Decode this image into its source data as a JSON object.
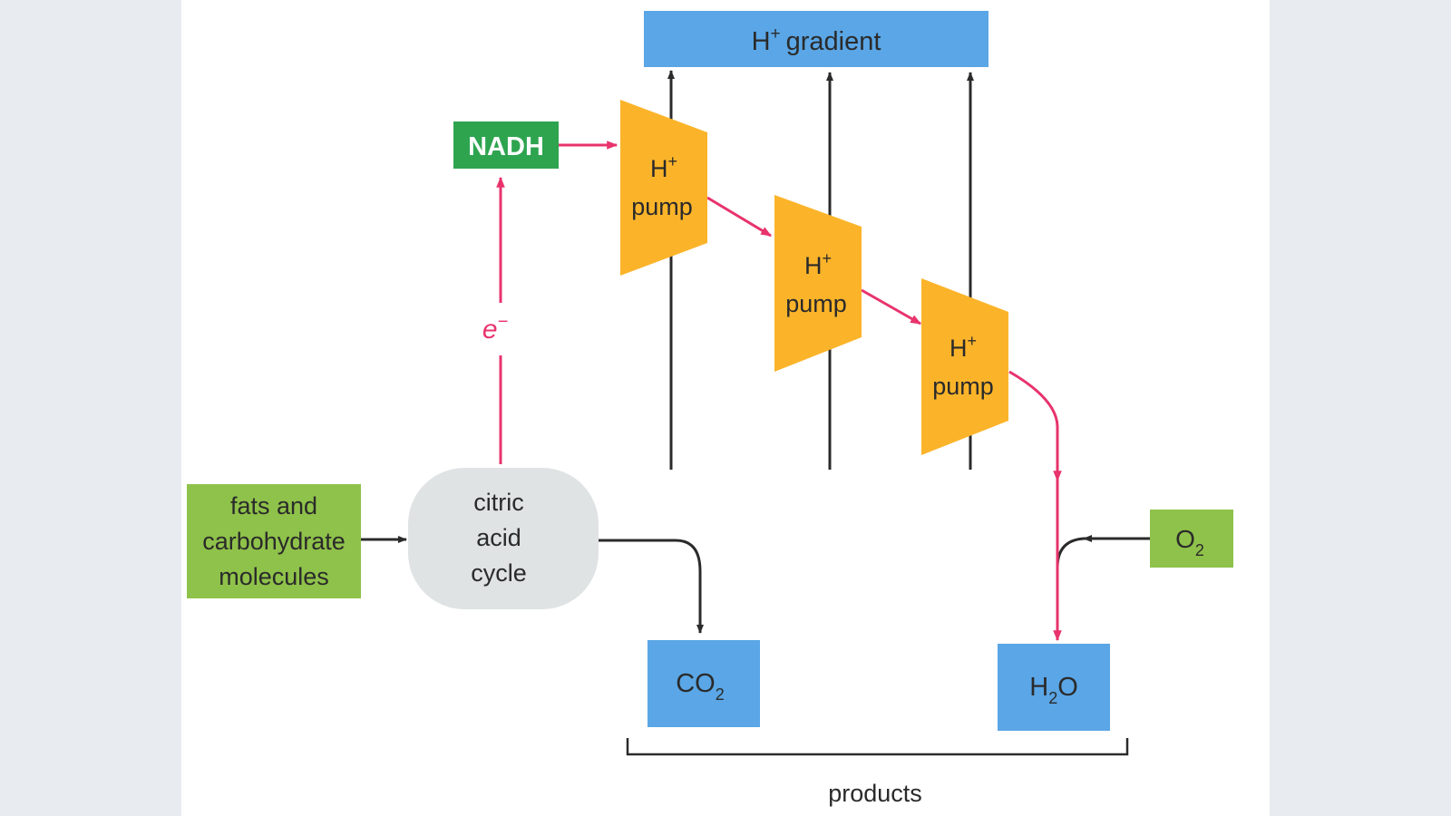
{
  "diagram": {
    "gradient": {
      "base": "H",
      "sup": "+",
      "label": "gradient"
    },
    "nadh": "NADH",
    "electron": {
      "base": "e",
      "sup": "−"
    },
    "pumps": [
      {
        "base": "H",
        "sup": "+",
        "label": "pump"
      },
      {
        "base": "H",
        "sup": "+",
        "label": "pump"
      },
      {
        "base": "H",
        "sup": "+",
        "label": "pump"
      }
    ],
    "fats": {
      "line1": "fats and",
      "line2": "carbohydrate",
      "line3": "molecules"
    },
    "citric": {
      "line1": "citric",
      "line2": "acid",
      "line3": "cycle"
    },
    "o2": {
      "base": "O",
      "sub": "2"
    },
    "co2": {
      "base": "CO",
      "sub": "2"
    },
    "h2o": {
      "pre": "H",
      "sub": "2",
      "post": "O"
    },
    "products": "products"
  },
  "colors": {
    "blue": "#5aa6e6",
    "green_dark": "#2ea44f",
    "green_light": "#8fc24a",
    "orange": "#fbb42a",
    "pink": "#e8336d",
    "gray_cycle": "#dfe3e3",
    "line": "#2b2b2b"
  }
}
